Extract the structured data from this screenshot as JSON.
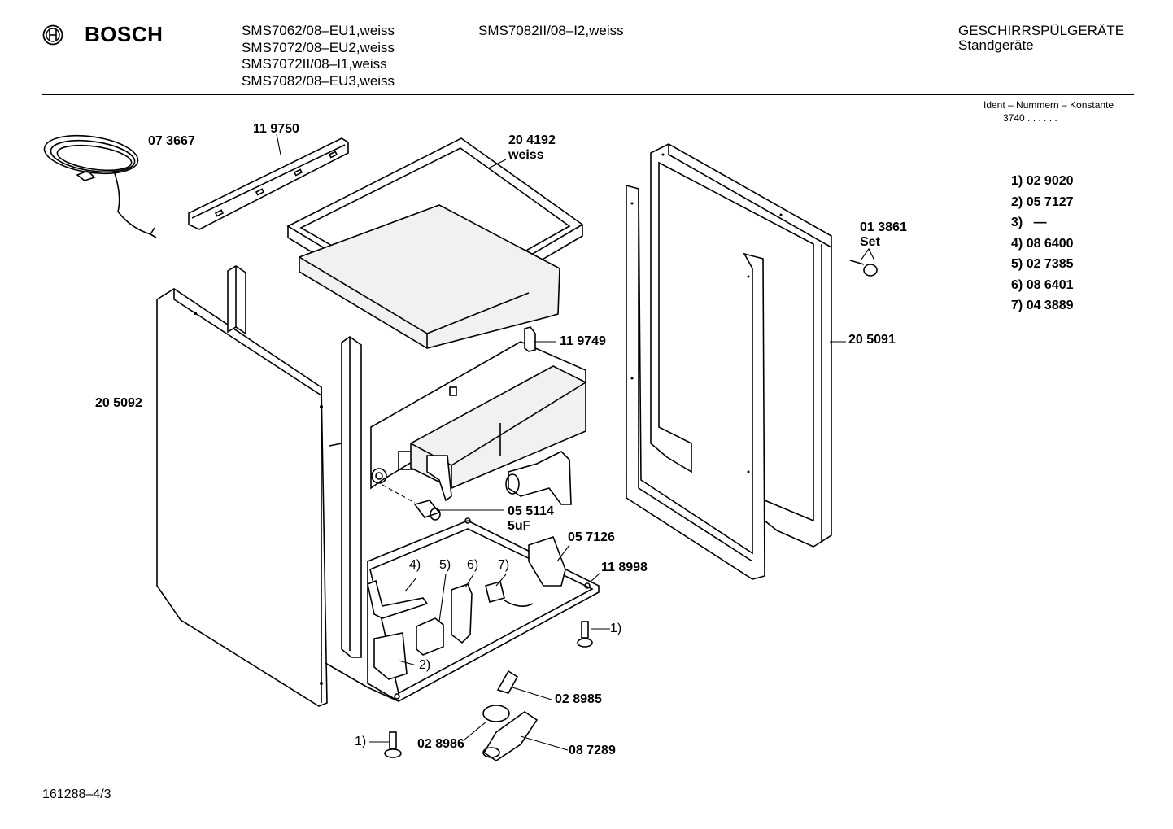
{
  "header": {
    "brand": "BOSCH",
    "models": [
      "SMS7062/08–EU1,weiss",
      "SMS7072/08–EU2,weiss",
      "SMS7072II/08–I1,weiss",
      "SMS7082/08–EU3,weiss"
    ],
    "model_right": "SMS7082II/08–I2,weiss",
    "category": "GESCHIRRSPÜLGERÄTE",
    "subcategory": "Standgeräte"
  },
  "ident": {
    "title": "Ident – Nummern – Konstante",
    "number": "3740 . . . . . ."
  },
  "parts_list": [
    {
      "key": "1)",
      "value": "02 9020"
    },
    {
      "key": "2)",
      "value": "05 7127"
    },
    {
      "key": "3)",
      "value": "—"
    },
    {
      "key": "4)",
      "value": "08 6400"
    },
    {
      "key": "5)",
      "value": "02 7385"
    },
    {
      "key": "6)",
      "value": "08 6401"
    },
    {
      "key": "7)",
      "value": "04 3889"
    }
  ],
  "callouts": {
    "cable": "07 3667",
    "rail": "11 9750",
    "top": "20 4192",
    "top_sub": "weiss",
    "screw": "01 3861",
    "screw_sub": "Set",
    "bracket": "11 9749",
    "right_panel": "20 5091",
    "left_panel": "20 5092",
    "capacitor": "05 5114",
    "capacitor_sub": "5uF",
    "bracket2": "05 7126",
    "base": "11 8998",
    "n4": "4)",
    "n5": "5)",
    "n6": "6)",
    "n7": "7)",
    "foot_r": "1)",
    "n2": "2)",
    "switch": "02 8985",
    "foot_l": "1)",
    "float": "02 8986",
    "float_arm": "08 7289"
  },
  "footer": "161288–4/3"
}
